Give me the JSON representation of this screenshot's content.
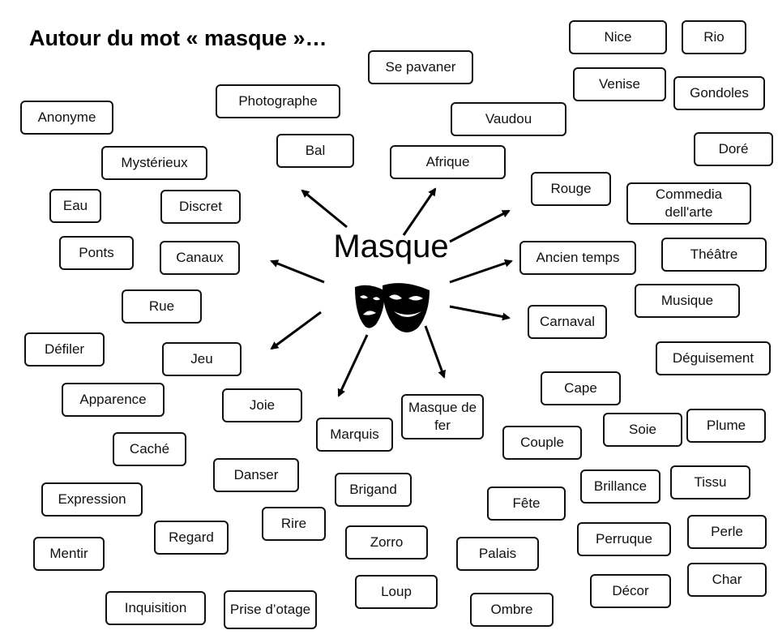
{
  "header": {
    "title": "Autour du mot « masque »…"
  },
  "center": {
    "word": "Masque",
    "icon": "theater-masks-icon"
  },
  "words": {
    "nice": "Nice",
    "rio": "Rio",
    "se_pavaner": "Se pavaner",
    "venise": "Venise",
    "gondoles": "Gondoles",
    "photographe": "Photographe",
    "anonyme": "Anonyme",
    "vaudou": "Vaudou",
    "bal": "Bal",
    "dore": "Doré",
    "mysterieux": "Mystérieux",
    "afrique": "Afrique",
    "rouge": "Rouge",
    "commedia": "Commedia dell'arte",
    "eau": "Eau",
    "discret": "Discret",
    "ponts": "Ponts",
    "canaux": "Canaux",
    "ancien_temps": "Ancien temps",
    "theatre": "Théâtre",
    "musique": "Musique",
    "rue": "Rue",
    "carnaval": "Carnaval",
    "defiler": "Défiler",
    "jeu": "Jeu",
    "deguisement": "Déguisement",
    "cape": "Cape",
    "apparence": "Apparence",
    "joie": "Joie",
    "masque_de_fer": "Masque de fer",
    "marquis": "Marquis",
    "plume": "Plume",
    "soie": "Soie",
    "couple": "Couple",
    "cache": "Caché",
    "danser": "Danser",
    "tissu": "Tissu",
    "brillance": "Brillance",
    "brigand": "Brigand",
    "expression": "Expression",
    "fete": "Fête",
    "rire": "Rire",
    "regard": "Regard",
    "perle": "Perle",
    "perruque": "Perruque",
    "zorro": "Zorro",
    "palais": "Palais",
    "mentir": "Mentir",
    "char": "Char",
    "loup": "Loup",
    "decor": "Décor",
    "inquisition": "Inquisition",
    "prise_dotage": "Prise d’otage",
    "ombre": "Ombre"
  }
}
